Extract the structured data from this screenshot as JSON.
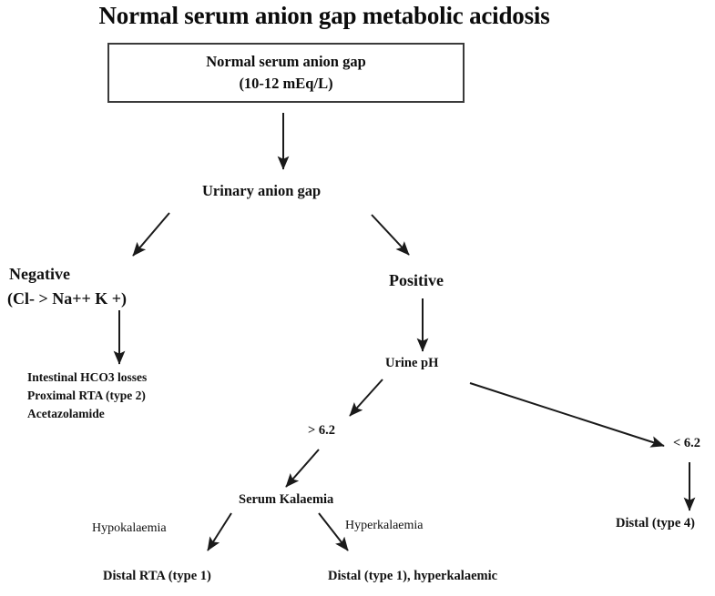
{
  "title": "Normal serum anion gap metabolic acidosis",
  "colors": {
    "background": "#ffffff",
    "text": "#000000",
    "box_border": "#3b3b3b",
    "arrow": "#1a1a1a"
  },
  "root_box": {
    "line1": "Normal serum anion gap",
    "line2": "(10-12 mEq/L)"
  },
  "nodes": {
    "urinary_anion_gap": "Urinary anion gap",
    "negative": "Negative",
    "negative_formula": "(Cl- > Na++ K +)",
    "positive": "Positive",
    "urine_ph": "Urine pH",
    "ph_high": "> 6.2",
    "ph_low": "< 6.2",
    "serum_kalaemia": "Serum Kalaemia",
    "hypokalaemia": "Hypokalaemia",
    "hyperkalaemia": "Hyperkalaemia",
    "distal_rta_type1": "Distal RTA (type 1)",
    "distal_type1_hyper": "Distal (type 1), hyperkalaemic",
    "distal_type4": "Distal (type 4)"
  },
  "negative_causes": [
    "Intestinal HCO3 losses",
    "Proximal RTA (type 2)",
    "Acetazolamide"
  ],
  "chart_data": {
    "type": "diagram",
    "title": "Normal serum anion gap metabolic acidosis",
    "diagram_kind": "clinical decision flowchart",
    "nodes": [
      {
        "id": "root",
        "label": "Normal serum anion gap (10-12 mEq/L)",
        "shape": "rectangle"
      },
      {
        "id": "uag",
        "label": "Urinary anion gap",
        "shape": "text"
      },
      {
        "id": "neg",
        "label": "Negative (Cl- > Na++ K +)",
        "shape": "text"
      },
      {
        "id": "neg_causes",
        "label": "Intestinal HCO3 losses / Proximal RTA (type 2) / Acetazolamide",
        "shape": "text"
      },
      {
        "id": "pos",
        "label": "Positive",
        "shape": "text"
      },
      {
        "id": "ph",
        "label": "Urine pH",
        "shape": "text"
      },
      {
        "id": "ph_high",
        "label": "> 6.2",
        "shape": "text"
      },
      {
        "id": "ph_low",
        "label": "< 6.2",
        "shape": "text"
      },
      {
        "id": "kal",
        "label": "Serum Kalaemia",
        "shape": "text"
      },
      {
        "id": "hypo_out",
        "label": "Distal RTA (type 1)",
        "shape": "text"
      },
      {
        "id": "hyper_out",
        "label": "Distal (type 1), hyperkalaemic",
        "shape": "text"
      },
      {
        "id": "type4",
        "label": "Distal (type 4)",
        "shape": "text"
      }
    ],
    "edges": [
      {
        "from": "root",
        "to": "uag",
        "label": ""
      },
      {
        "from": "uag",
        "to": "neg",
        "label": ""
      },
      {
        "from": "uag",
        "to": "pos",
        "label": ""
      },
      {
        "from": "neg",
        "to": "neg_causes",
        "label": ""
      },
      {
        "from": "pos",
        "to": "ph",
        "label": ""
      },
      {
        "from": "ph",
        "to": "ph_high",
        "label": ""
      },
      {
        "from": "ph",
        "to": "ph_low",
        "label": ""
      },
      {
        "from": "ph_high",
        "to": "kal",
        "label": ""
      },
      {
        "from": "kal",
        "to": "hypo_out",
        "label": "Hypokalaemia"
      },
      {
        "from": "kal",
        "to": "hyper_out",
        "label": "Hyperkalaemia"
      },
      {
        "from": "ph_low",
        "to": "type4",
        "label": ""
      }
    ]
  }
}
